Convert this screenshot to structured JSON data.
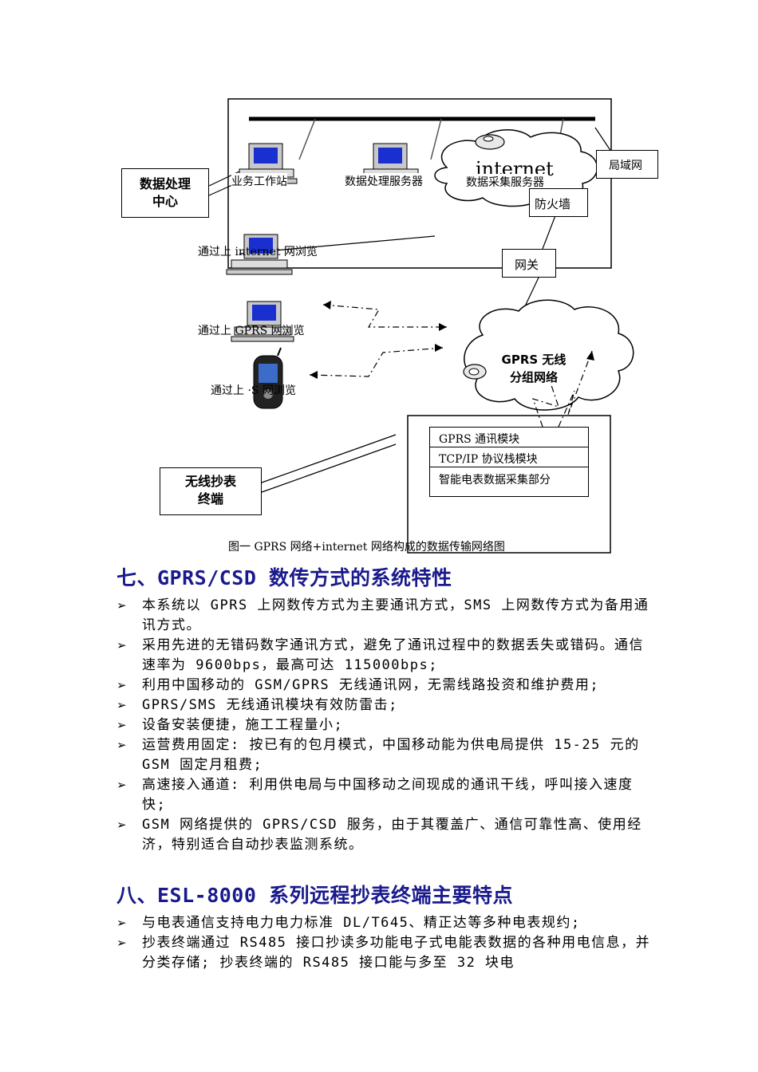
{
  "diagram": {
    "center_box_label": "数据处理\n中心",
    "workstation_label": "业务工作站",
    "processing_server_label": "数据处理服务器",
    "collection_server_label": "数据采集服务器",
    "internet_label": "internet",
    "lan_label": "局域网",
    "firewall_label": "防火墙",
    "gateway_label": "网关",
    "internet_browse_label": "通过上 internet 网浏览",
    "gprs_browse_label": "通过上 GPRS 网浏览",
    "mobile_browse_label": "通过上 ·S 网浏览",
    "gprs_cloud_label": "GPRS 无线\n分组网络",
    "module_gprs": "GPRS 通讯模块",
    "module_tcpip": "TCP/IP 协议栈模块",
    "module_meter": "智能电表数据采集部分",
    "terminal_box_label": "无线抄表\n终端",
    "caption": "图一 GPRS 网络+internet 网络构成的数据传输网络图"
  },
  "section7": {
    "title": "七、GPRS/CSD 数传方式的系统特性",
    "bullet_symbol": "➢",
    "items": [
      "本系统以 GPRS 上网数传方式为主要通讯方式，SMS 上网数传方式为备用通讯方式。",
      "采用先进的无错码数字通讯方式，避免了通讯过程中的数据丢失或错码。通信速率为 9600bps，最高可达 115000bps;",
      "利用中国移动的 GSM/GPRS 无线通讯网，无需线路投资和维护费用;",
      "GPRS/SMS 无线通讯模块有效防雷击;",
      "设备安装便捷，施工工程量小;",
      "运营费用固定: 按已有的包月模式，中国移动能为供电局提供 15-25 元的 GSM 固定月租费;",
      "高速接入通道: 利用供电局与中国移动之间现成的通讯干线，呼叫接入速度快;",
      "GSM 网络提供的 GPRS/CSD 服务，由于其覆盖广、通信可靠性高、使用经济，特别适合自动抄表监测系统。"
    ]
  },
  "section8": {
    "title": "八、ESL-8000 系列远程抄表终端主要特点",
    "bullet_symbol": "➢",
    "items": [
      "与电表通信支持电力电力标准 DL/T645、精正达等多种电表规约;",
      "抄表终端通过 RS485 接口抄读多功能电子式电能表数据的各种用电信息，并分类存储; 抄表终端的 RS485 接口能与多至 32 块电"
    ]
  },
  "colors": {
    "heading": "#1a1a8c",
    "monitor_screen": "#1a2fd0",
    "monitor_body": "#c8c8c8"
  }
}
